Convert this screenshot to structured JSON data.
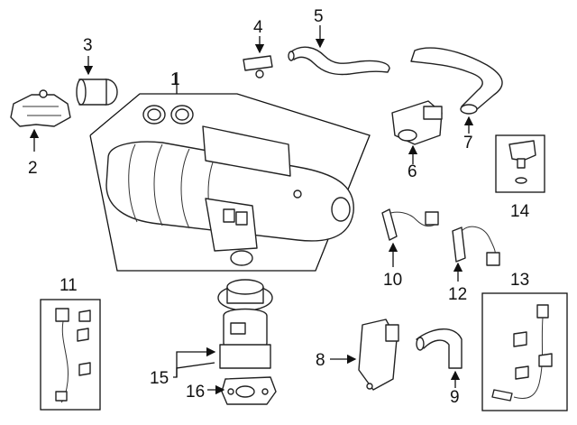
{
  "callouts": [
    "1",
    "2",
    "3",
    "4",
    "5",
    "6",
    "7",
    "8",
    "9",
    "10",
    "11",
    "12",
    "13",
    "14",
    "15",
    "16"
  ],
  "colors": {
    "line": "#111111",
    "fill": "#ffffff",
    "shade": "#e9e9e9"
  }
}
